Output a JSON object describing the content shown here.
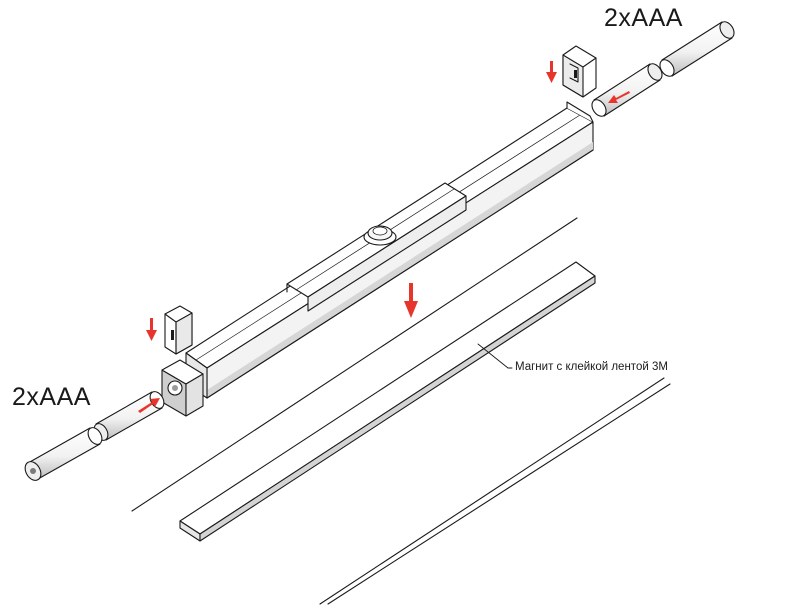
{
  "labels": {
    "battery_top": "2xAAA",
    "battery_left": "2xAAA",
    "magnet": "Магнит с клейкой лентой 3М"
  },
  "colors": {
    "line": "#1a1a1a",
    "arrow": "#e8352b",
    "body_fill": "#ffffff",
    "shade": "#d9d9d9"
  }
}
